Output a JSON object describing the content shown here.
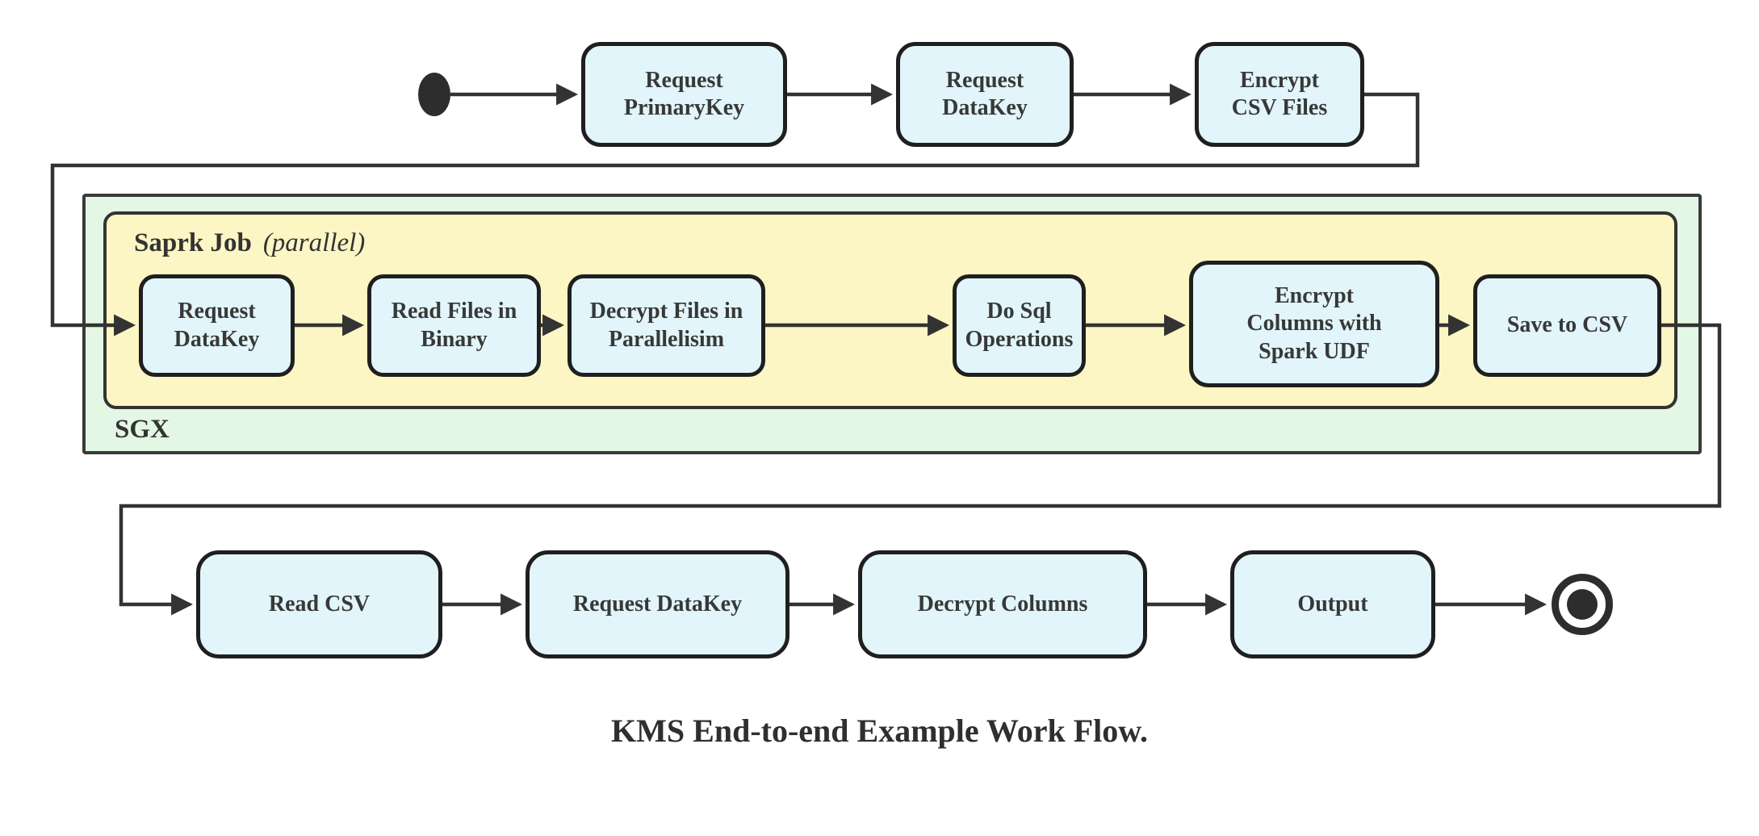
{
  "diagram": {
    "caption": "KMS End-to-end Example Work Flow.",
    "top_row": [
      {
        "label": "Request\nPrimaryKey"
      },
      {
        "label": "Request\nDataKey"
      },
      {
        "label": "Encrypt\nCSV Files"
      }
    ],
    "sgx_container": {
      "label": "SGX",
      "spark_container": {
        "label_bold": "Saprk Job",
        "label_italic": "(parallel)",
        "nodes": [
          {
            "label": "Request\nDataKey"
          },
          {
            "label": "Read Files in\nBinary"
          },
          {
            "label": "Decrypt Files in\nParallelisim"
          },
          {
            "label": "Do Sql\nOperations"
          },
          {
            "label": "Encrypt\nColumns with\nSpark UDF"
          },
          {
            "label": "Save to CSV"
          }
        ]
      }
    },
    "bottom_row": [
      {
        "label": "Read CSV"
      },
      {
        "label": "Request DataKey"
      },
      {
        "label": "Decrypt Columns"
      },
      {
        "label": "Output"
      }
    ],
    "colors": {
      "node_fill": "#e1f5fa",
      "node_border": "#1f1f1f",
      "sgx_fill": "#e3f7e4",
      "spark_fill": "#fbf6c3",
      "container_border": "#3a3a3a",
      "edge": "#333333",
      "text": "#383838"
    }
  }
}
